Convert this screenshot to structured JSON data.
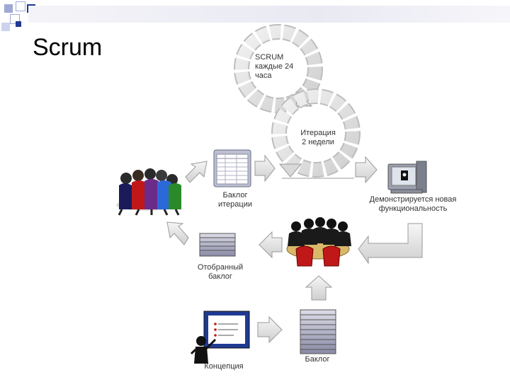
{
  "slide": {
    "title": "Scrum"
  },
  "diagram": {
    "scrum_cycle": "SCRUM\nкаждые 24\nчаса",
    "iteration_cycle": "Итерация\n2 недели",
    "iteration_backlog": "Баклог\nитерации",
    "demo": "Демонстрируется новая\nфункциональность",
    "selected_backlog": "Отобранный\nбаклог",
    "backlog": "Баклог",
    "concept": "Концепция"
  },
  "colors": {
    "arrow_fill": "#e6e6e6",
    "arrow_stroke": "#9a9a9a",
    "cycle_fill": "#e2e2e2",
    "stack_dark": "#6a6a88",
    "stack_light": "#c9c9db",
    "accent_red": "#c01818",
    "square_blue": "#1f3a93"
  }
}
